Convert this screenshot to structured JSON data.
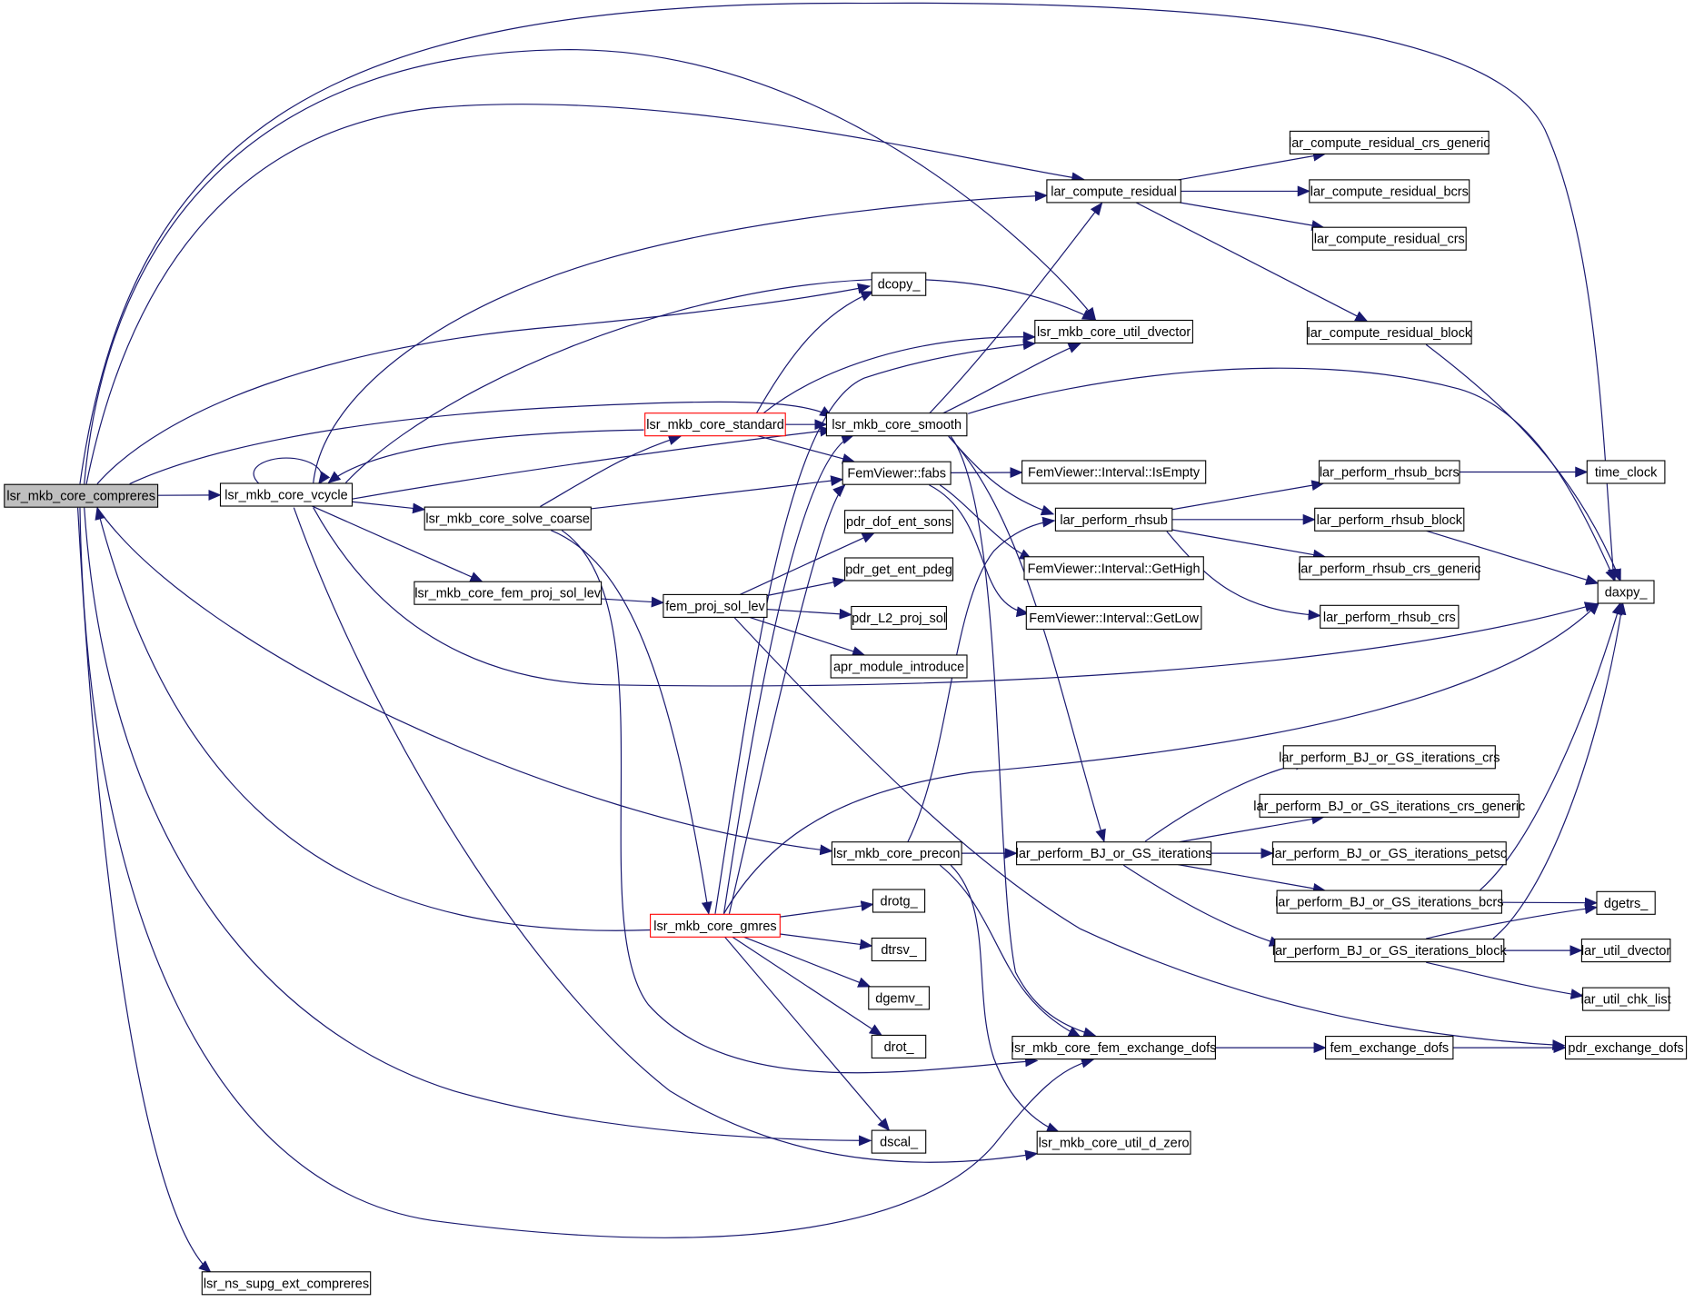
{
  "diagram": {
    "colors": {
      "edge": "#191970",
      "root_fill": "#bfbfbf",
      "highlight_border": "#ff0000",
      "node_border": "#000000"
    },
    "nodes": [
      {
        "id": "compreres",
        "label": "lsr_mkb_core_compreres",
        "style": "root"
      },
      {
        "id": "vcycle",
        "label": "lsr_mkb_core_vcycle",
        "style": "normal"
      },
      {
        "id": "solve_coarse",
        "label": "lsr_mkb_core_solve_coarse",
        "style": "normal"
      },
      {
        "id": "fem_proj_sol_lev",
        "label": "lsr_mkb_core_fem_proj_sol_lev",
        "style": "normal"
      },
      {
        "id": "fem_proj",
        "label": "fem_proj_sol_lev",
        "style": "normal"
      },
      {
        "id": "ns_supg",
        "label": "lsr_ns_supg_ext_compreres",
        "style": "normal"
      },
      {
        "id": "standard",
        "label": "lsr_mkb_core_standard",
        "style": "red"
      },
      {
        "id": "gmres",
        "label": "lsr_mkb_core_gmres",
        "style": "red"
      },
      {
        "id": "smooth",
        "label": "lsr_mkb_core_smooth",
        "style": "normal"
      },
      {
        "id": "precon",
        "label": "lsr_mkb_core_precon",
        "style": "normal"
      },
      {
        "id": "fabs",
        "label": "FemViewer::fabs",
        "style": "normal"
      },
      {
        "id": "dcopy",
        "label": "dcopy_",
        "style": "normal"
      },
      {
        "id": "pdr_dof",
        "label": "pdr_dof_ent_sons",
        "style": "normal"
      },
      {
        "id": "pdr_get",
        "label": "pdr_get_ent_pdeg",
        "style": "normal"
      },
      {
        "id": "pdr_l2",
        "label": "pdr_L2_proj_sol",
        "style": "normal"
      },
      {
        "id": "apr_mod",
        "label": "apr_module_introduce",
        "style": "normal"
      },
      {
        "id": "drotg",
        "label": "drotg_",
        "style": "normal"
      },
      {
        "id": "dtrsv",
        "label": "dtrsv_",
        "style": "normal"
      },
      {
        "id": "dgemv",
        "label": "dgemv_",
        "style": "normal"
      },
      {
        "id": "drot",
        "label": "drot_",
        "style": "normal"
      },
      {
        "id": "dscal",
        "label": "dscal_",
        "style": "normal"
      },
      {
        "id": "compute_res",
        "label": "lar_compute_residual",
        "style": "normal"
      },
      {
        "id": "util_dvector",
        "label": "lsr_mkb_core_util_dvector",
        "style": "normal"
      },
      {
        "id": "isempty",
        "label": "FemViewer::Interval::IsEmpty",
        "style": "normal"
      },
      {
        "id": "rhsub",
        "label": "lar_perform_rhsub",
        "style": "normal"
      },
      {
        "id": "gethigh",
        "label": "FemViewer::Interval::GetHigh",
        "style": "normal"
      },
      {
        "id": "getlow",
        "label": "FemViewer::Interval::GetLow",
        "style": "normal"
      },
      {
        "id": "bjgs",
        "label": "lar_perform_BJ_or_GS_iterations",
        "style": "normal"
      },
      {
        "id": "fem_exch",
        "label": "lsr_mkb_core_fem_exchange_dofs",
        "style": "normal"
      },
      {
        "id": "d_zero",
        "label": "lsr_mkb_core_util_d_zero",
        "style": "normal"
      },
      {
        "id": "cr_crs_gen",
        "label": "lar_compute_residual_crs_generic",
        "style": "normal"
      },
      {
        "id": "cr_bcrs",
        "label": "lar_compute_residual_bcrs",
        "style": "normal"
      },
      {
        "id": "cr_crs",
        "label": "lar_compute_residual_crs",
        "style": "normal"
      },
      {
        "id": "cr_block",
        "label": "lar_compute_residual_block",
        "style": "normal"
      },
      {
        "id": "rh_bcrs",
        "label": "lar_perform_rhsub_bcrs",
        "style": "normal"
      },
      {
        "id": "rh_block",
        "label": "lar_perform_rhsub_block",
        "style": "normal"
      },
      {
        "id": "rh_crs_gen",
        "label": "lar_perform_rhsub_crs_generic",
        "style": "normal"
      },
      {
        "id": "rh_crs",
        "label": "lar_perform_rhsub_crs",
        "style": "normal"
      },
      {
        "id": "bj_crs",
        "label": "lar_perform_BJ_or_GS_iterations_crs",
        "style": "normal"
      },
      {
        "id": "bj_crs_gen",
        "label": "lar_perform_BJ_or_GS_iterations_crs_generic",
        "style": "normal"
      },
      {
        "id": "bj_petsc",
        "label": "lar_perform_BJ_or_GS_iterations_petsc",
        "style": "normal"
      },
      {
        "id": "bj_bcrs",
        "label": "lar_perform_BJ_or_GS_iterations_bcrs",
        "style": "normal"
      },
      {
        "id": "bj_block",
        "label": "lar_perform_BJ_or_GS_iterations_block",
        "style": "normal"
      },
      {
        "id": "fem_exch2",
        "label": "fem_exchange_dofs",
        "style": "normal"
      },
      {
        "id": "time_clock",
        "label": "time_clock",
        "style": "normal"
      },
      {
        "id": "daxpy",
        "label": "daxpy_",
        "style": "normal"
      },
      {
        "id": "dgetrs",
        "label": "dgetrs_",
        "style": "normal"
      },
      {
        "id": "lar_util_dvector",
        "label": "lar_util_dvector",
        "style": "normal"
      },
      {
        "id": "lar_util_chk",
        "label": "lar_util_chk_list",
        "style": "normal"
      },
      {
        "id": "pdr_exch",
        "label": "pdr_exchange_dofs",
        "style": "normal"
      }
    ],
    "edges": [
      [
        "compreres",
        "vcycle"
      ],
      [
        "compreres",
        "compute_res"
      ],
      [
        "compreres",
        "util_dvector"
      ],
      [
        "compreres",
        "dcopy"
      ],
      [
        "compreres",
        "smooth"
      ],
      [
        "compreres",
        "precon"
      ],
      [
        "compreres",
        "daxpy"
      ],
      [
        "compreres",
        "dscal"
      ],
      [
        "compreres",
        "fem_exch"
      ],
      [
        "compreres",
        "ns_supg"
      ],
      [
        "vcycle",
        "vcycle"
      ],
      [
        "vcycle",
        "solve_coarse"
      ],
      [
        "vcycle",
        "fem_proj_sol_lev"
      ],
      [
        "vcycle",
        "smooth"
      ],
      [
        "vcycle",
        "compute_res"
      ],
      [
        "vcycle",
        "util_dvector"
      ],
      [
        "vcycle",
        "daxpy"
      ],
      [
        "vcycle",
        "d_zero"
      ],
      [
        "solve_coarse",
        "standard"
      ],
      [
        "solve_coarse",
        "fabs"
      ],
      [
        "solve_coarse",
        "gmres"
      ],
      [
        "solve_coarse",
        "fem_exch"
      ],
      [
        "fem_proj_sol_lev",
        "fem_proj"
      ],
      [
        "fem_proj",
        "pdr_dof"
      ],
      [
        "fem_proj",
        "pdr_get"
      ],
      [
        "fem_proj",
        "pdr_l2"
      ],
      [
        "fem_proj",
        "apr_mod"
      ],
      [
        "fem_proj",
        "pdr_exch"
      ],
      [
        "standard",
        "vcycle"
      ],
      [
        "standard",
        "smooth"
      ],
      [
        "standard",
        "fabs"
      ],
      [
        "standard",
        "dcopy"
      ],
      [
        "standard",
        "util_dvector"
      ],
      [
        "gmres",
        "compreres"
      ],
      [
        "gmres",
        "fabs"
      ],
      [
        "gmres",
        "smooth"
      ],
      [
        "gmres",
        "util_dvector"
      ],
      [
        "gmres",
        "drotg"
      ],
      [
        "gmres",
        "dtrsv"
      ],
      [
        "gmres",
        "dgemv"
      ],
      [
        "gmres",
        "drot"
      ],
      [
        "gmres",
        "dscal"
      ],
      [
        "gmres",
        "daxpy"
      ],
      [
        "smooth",
        "compute_res"
      ],
      [
        "smooth",
        "util_dvector"
      ],
      [
        "smooth",
        "rhsub"
      ],
      [
        "smooth",
        "bjgs"
      ],
      [
        "smooth",
        "fem_exch"
      ],
      [
        "smooth",
        "daxpy"
      ],
      [
        "precon",
        "rhsub"
      ],
      [
        "precon",
        "bjgs"
      ],
      [
        "precon",
        "fem_exch"
      ],
      [
        "precon",
        "d_zero"
      ],
      [
        "fabs",
        "isempty"
      ],
      [
        "fabs",
        "gethigh"
      ],
      [
        "fabs",
        "getlow"
      ],
      [
        "compute_res",
        "cr_crs_gen"
      ],
      [
        "compute_res",
        "cr_bcrs"
      ],
      [
        "compute_res",
        "cr_crs"
      ],
      [
        "compute_res",
        "cr_block"
      ],
      [
        "cr_block",
        "daxpy"
      ],
      [
        "rhsub",
        "rh_bcrs"
      ],
      [
        "rhsub",
        "rh_block"
      ],
      [
        "rhsub",
        "rh_crs_gen"
      ],
      [
        "rhsub",
        "rh_crs"
      ],
      [
        "rh_bcrs",
        "time_clock"
      ],
      [
        "rh_block",
        "daxpy"
      ],
      [
        "bjgs",
        "bj_crs"
      ],
      [
        "bjgs",
        "bj_crs_gen"
      ],
      [
        "bjgs",
        "bj_petsc"
      ],
      [
        "bjgs",
        "bj_bcrs"
      ],
      [
        "bjgs",
        "bj_block"
      ],
      [
        "bj_bcrs",
        "dgetrs"
      ],
      [
        "bj_bcrs",
        "daxpy"
      ],
      [
        "bj_block",
        "dgetrs"
      ],
      [
        "bj_block",
        "daxpy"
      ],
      [
        "bj_block",
        "lar_util_dvector"
      ],
      [
        "bj_block",
        "lar_util_chk"
      ],
      [
        "fem_exch",
        "fem_exch2"
      ],
      [
        "fem_exch2",
        "pdr_exch"
      ]
    ]
  }
}
